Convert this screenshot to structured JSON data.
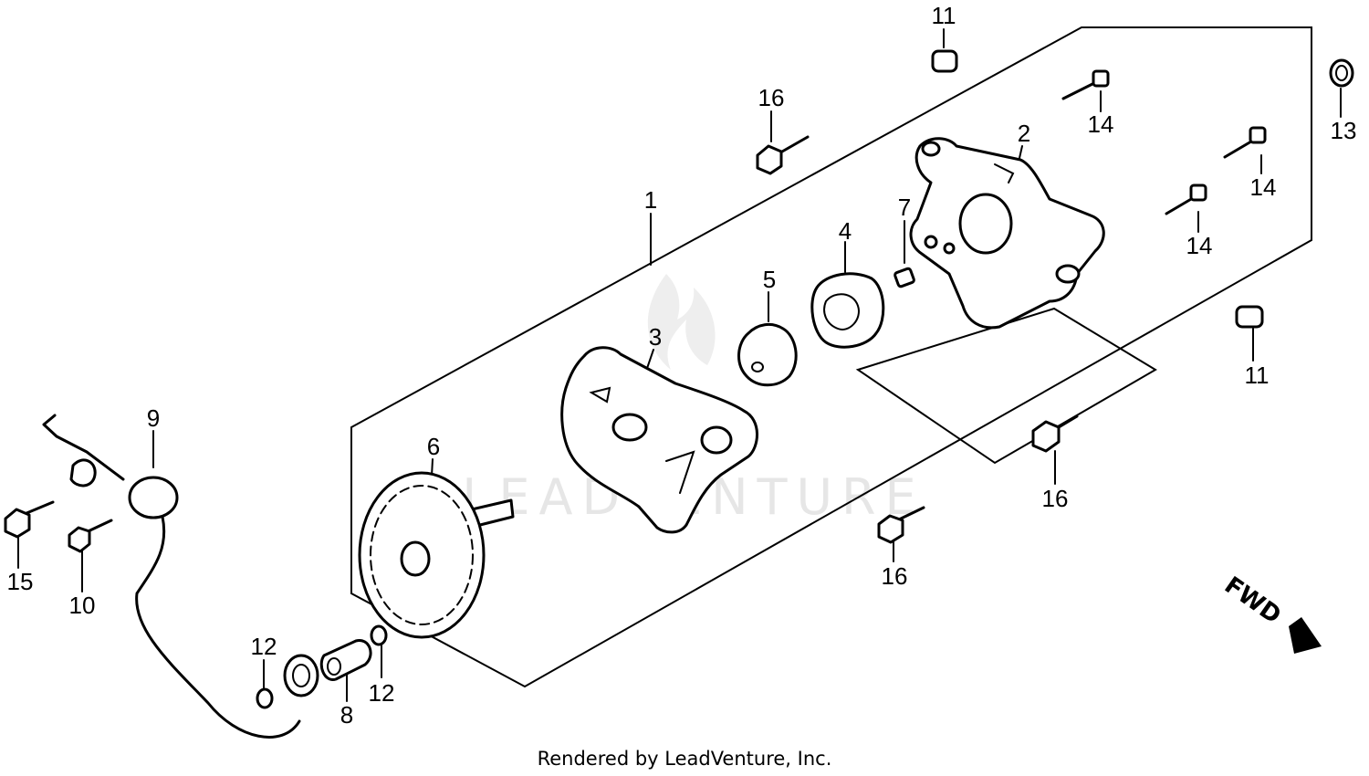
{
  "diagram": {
    "part_labels": [
      {
        "id": "label-1",
        "text": "1"
      },
      {
        "id": "label-2",
        "text": "2"
      },
      {
        "id": "label-3",
        "text": "3"
      },
      {
        "id": "label-4",
        "text": "4"
      },
      {
        "id": "label-5",
        "text": "5"
      },
      {
        "id": "label-6",
        "text": "6"
      },
      {
        "id": "label-7",
        "text": "7"
      },
      {
        "id": "label-8",
        "text": "8"
      },
      {
        "id": "label-9",
        "text": "9"
      },
      {
        "id": "label-10",
        "text": "10"
      },
      {
        "id": "label-11-top",
        "text": "11"
      },
      {
        "id": "label-11-right",
        "text": "11"
      },
      {
        "id": "label-12-left",
        "text": "12"
      },
      {
        "id": "label-12-right",
        "text": "12"
      },
      {
        "id": "label-13",
        "text": "13"
      },
      {
        "id": "label-14-top",
        "text": "14"
      },
      {
        "id": "label-14-right",
        "text": "14"
      },
      {
        "id": "label-14-mid",
        "text": "14"
      },
      {
        "id": "label-15",
        "text": "15"
      },
      {
        "id": "label-16-top",
        "text": "16"
      },
      {
        "id": "label-16-right",
        "text": "16"
      },
      {
        "id": "label-16-bottom",
        "text": "16"
      }
    ],
    "direction_arrow": "FWD",
    "watermark": "LEADVENTURE",
    "footer": "Rendered by LeadVenture, Inc."
  }
}
